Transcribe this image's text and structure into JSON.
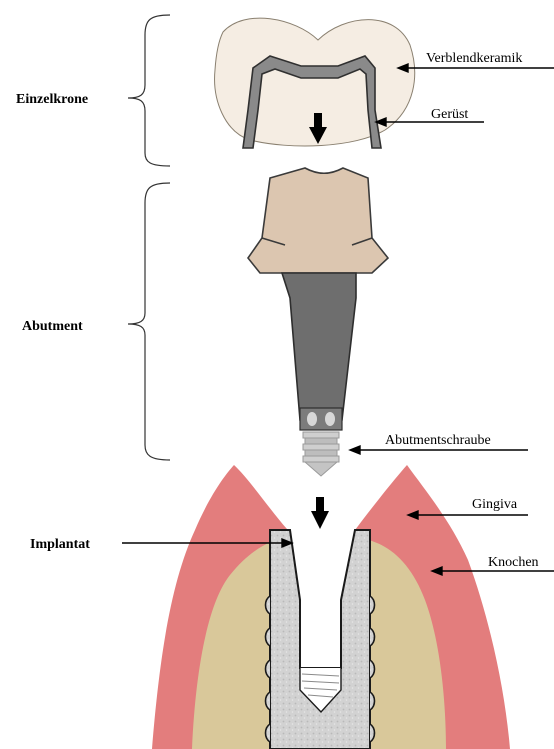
{
  "groups": {
    "crown": "Einzelkrone",
    "abutment": "Abutment",
    "implant": "Implantat"
  },
  "labels": {
    "veneer": "Verblendkeramik",
    "framework": "Gerüst",
    "screw": "Abutmentschraube",
    "gingiva": "Gingiva",
    "bone": "Knochen"
  },
  "colors": {
    "veneer": "#f5ede3",
    "framework": "#8a8a8a",
    "abutment_top": "#dcc6b0",
    "abutment_base": "#6e6e6e",
    "gingiva": "#e37d7d",
    "bone": "#d9c89a",
    "implant": "#d4d4d4"
  }
}
